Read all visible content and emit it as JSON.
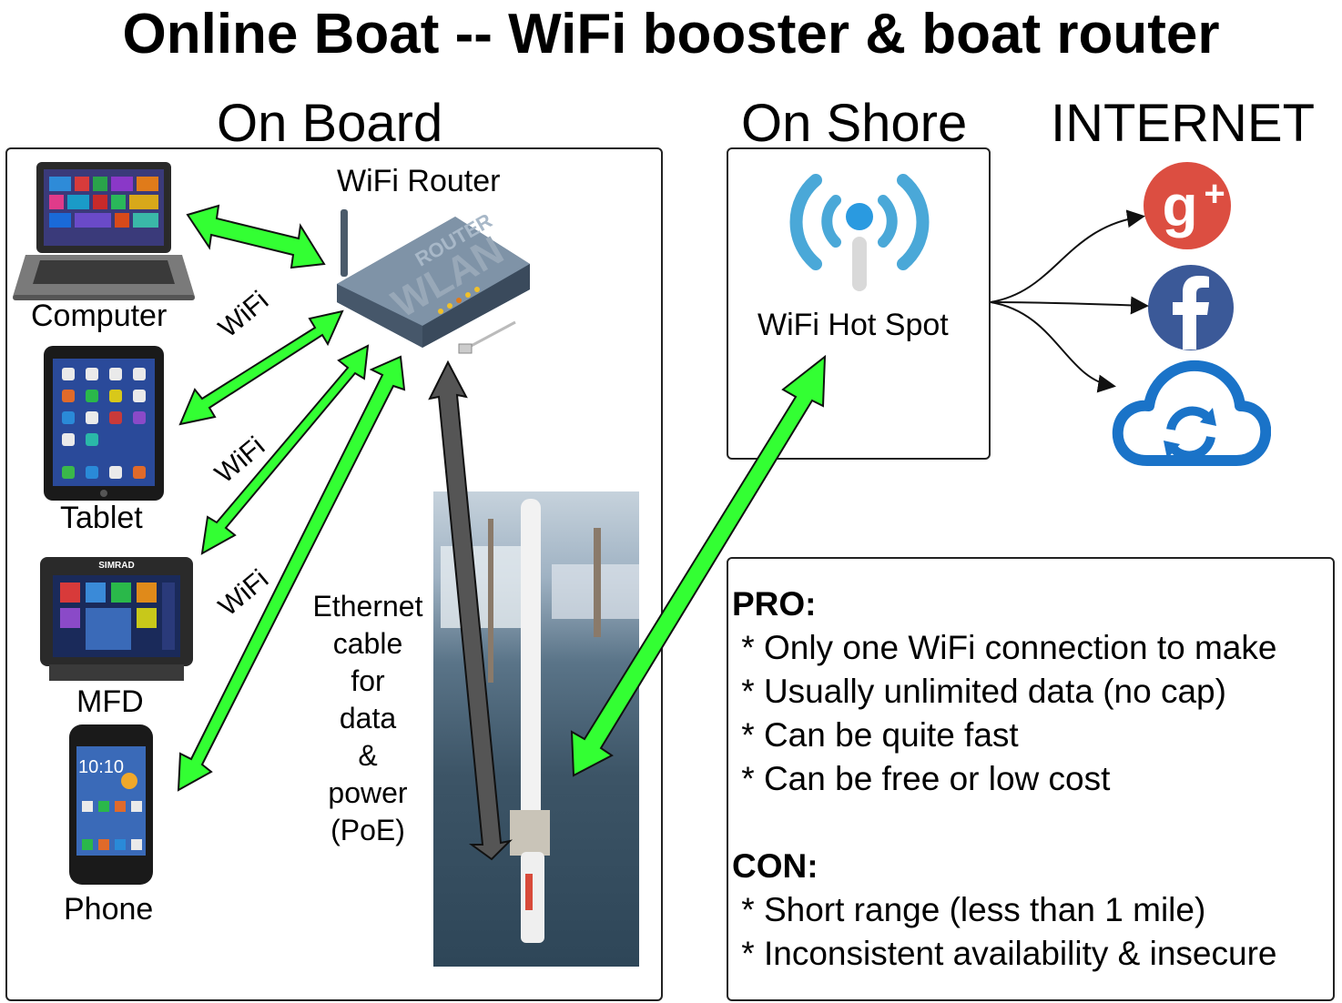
{
  "title": "Online Boat -- WiFi booster & boat router",
  "sections": {
    "on_board": "On Board",
    "on_shore": "On Shore",
    "internet": "INTERNET"
  },
  "router_label": "WiFi Router",
  "router_device_text": {
    "top": "ROUTER",
    "main": "WLAN"
  },
  "devices": {
    "computer": "Computer",
    "tablet": "Tablet",
    "mfd": "MFD",
    "mfd_brand": "SIMRAD",
    "phone": "Phone",
    "phone_time": "10:10"
  },
  "wifi_tags": [
    "WiFi",
    "WiFi",
    "WiFi"
  ],
  "ethernet_note": [
    "Ethernet",
    "cable",
    "for",
    "data",
    "&",
    "power",
    "(PoE)"
  ],
  "hotspot_label": "WiFi Hot Spot",
  "internet_services": [
    "google-plus-icon",
    "facebook-icon",
    "cloud-sync-icon"
  ],
  "pros_cons": {
    "pro_heading": "PRO:",
    "pros": [
      " * Only one WiFi connection to make",
      " * Usually unlimited data (no cap)",
      " * Can be quite fast",
      " * Can be free or low cost"
    ],
    "con_heading": "CON:",
    "cons": [
      " * Short range (less than 1 mile)",
      " * Inconsistent availability & insecure"
    ]
  },
  "colors": {
    "wifi_arrow": "#33ff33",
    "ethernet_arrow": "#555555",
    "google": "#dc4e41",
    "facebook": "#3b5998",
    "cloud": "#1a73c8",
    "hotspot": "#4aa8d8"
  }
}
